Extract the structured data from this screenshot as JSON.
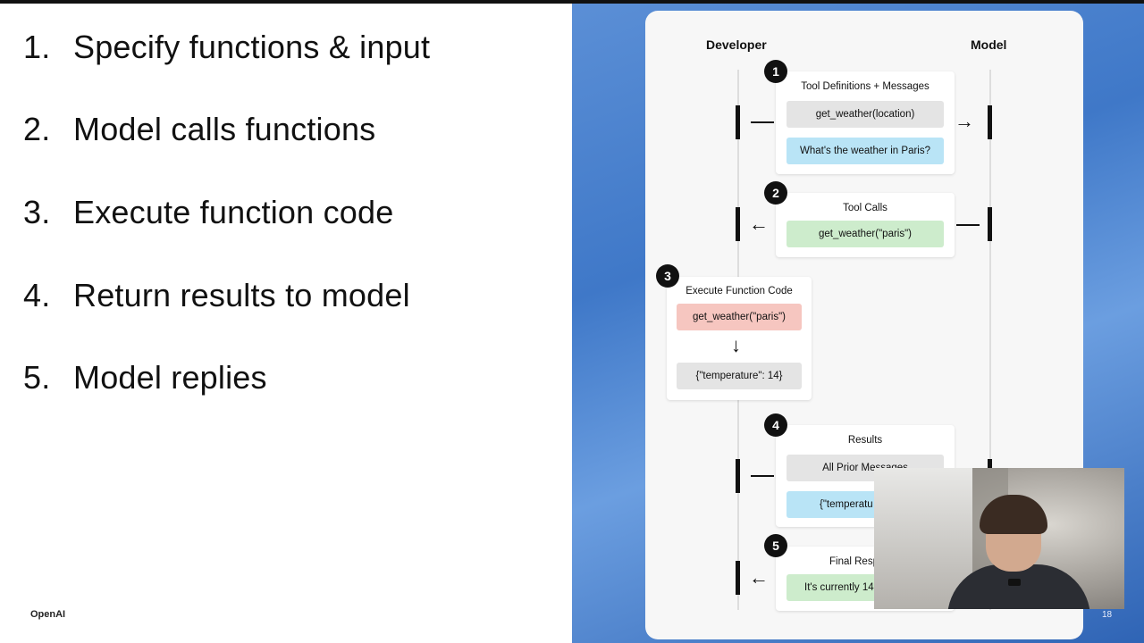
{
  "steps": [
    {
      "num": "1.",
      "text": "Specify functions & input"
    },
    {
      "num": "2.",
      "text": "Model calls functions"
    },
    {
      "num": "3.",
      "text": "Execute function code"
    },
    {
      "num": "4.",
      "text": "Return results to model"
    },
    {
      "num": "5.",
      "text": "Model replies"
    }
  ],
  "brand": "OpenAI",
  "page_number": "18",
  "diagram": {
    "developer_label": "Developer",
    "model_label": "Model",
    "step1": {
      "badge": "1",
      "title": "Tool Definitions + Messages",
      "pill1": "get_weather(location)",
      "pill2": "What's the weather in Paris?"
    },
    "step2": {
      "badge": "2",
      "title": "Tool Calls",
      "pill1": "get_weather(\"paris\")"
    },
    "step3": {
      "badge": "3",
      "title": "Execute Function Code",
      "pill1": "get_weather(\"paris\")",
      "pill2": "{\"temperature\": 14}"
    },
    "step4": {
      "badge": "4",
      "title": "Results",
      "pill1": "All Prior Messages",
      "pill2": "{\"temperatu"
    },
    "step5": {
      "badge": "5",
      "title": "Final Resp",
      "pill1": "It's currently 14"
    }
  },
  "colors": {
    "grey": "#e4e4e4",
    "blue": "#b9e4f6",
    "green": "#cdeccc",
    "red": "#f6c6c0"
  },
  "icons": {
    "right_arrow": "→",
    "left_arrow": "←",
    "down_arrow": "↓"
  }
}
